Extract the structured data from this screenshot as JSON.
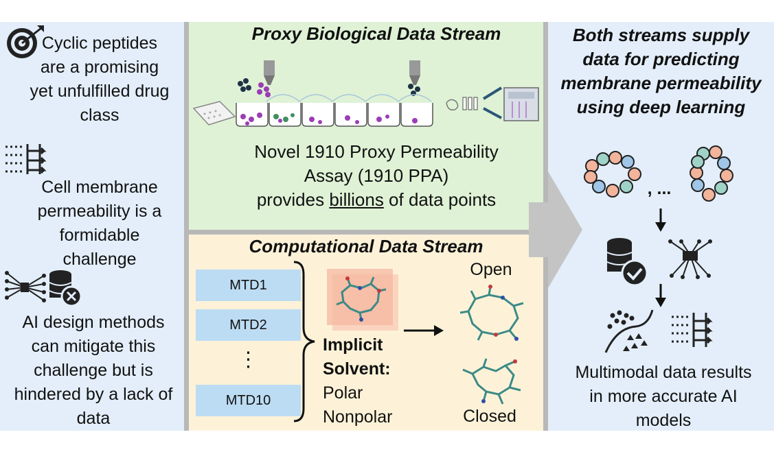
{
  "left": {
    "text1": "Cyclic peptides are a promising yet unfulfilled drug class",
    "text2": "Cell membrane permeability is a formidable challenge",
    "text3": "AI design methods can mitigate this challenge but is hindered by a lack of data",
    "icons": [
      "target-icon",
      "permeability-icon",
      "neural-network-icon",
      "database-error-icon"
    ]
  },
  "proxy": {
    "title": "Proxy Biological Data Stream",
    "line1": "Novel 1910 Proxy Permeability",
    "line2": "Assay (1910 PPA)",
    "line3_pre": "provides ",
    "line3_em": "billions",
    "line3_post": " of data points"
  },
  "computational": {
    "title": "Computational Data Stream",
    "mtd": [
      "MTD1",
      "MTD2",
      "MTD10"
    ],
    "ellipsis": "⋮",
    "implicit": "Implicit",
    "solvent": "Solvent:",
    "polar": "Polar",
    "nonpolar": "Nonpolar",
    "open": "Open",
    "closed": "Closed"
  },
  "right": {
    "heading": "Both streams supply data for predicting membrane permeability using deep learning",
    "ellipsis": ", ...",
    "footer": "Multimodal data results in more accurate AI models"
  },
  "colors": {
    "green_panel": "#dff2d6",
    "yellow_panel": "#fdf2d8",
    "blue_panel": "#e3eefa",
    "mtd_box": "#bcdcf3",
    "purple_dot": "#9b3db6"
  }
}
